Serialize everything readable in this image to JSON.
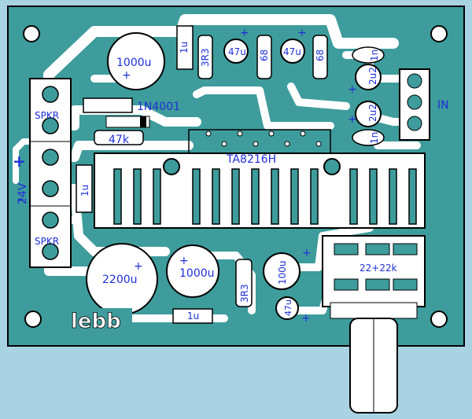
{
  "board": {
    "logo": "lebb",
    "colors": {
      "background": "#a9d3e3",
      "pcb": "#3e9c9c",
      "trace": "#ffffff",
      "outline": "#000000",
      "label": "#1f2fd6",
      "heatsink": "#ffffff"
    }
  },
  "labels": {
    "c_1000u_top": "1000u",
    "c_1u_top": "1u",
    "r_3r3_top": "3R3",
    "c_47u_a": "47u",
    "r_68_a": "68",
    "c_47u_b": "47u",
    "r_68_b": "68",
    "c_1n": "1n",
    "c_2u2_a": "2u2",
    "c_2u2_b": "2u2",
    "c_1n_b": "1n",
    "diode": "1N4001",
    "r_47k": "47k",
    "spkr_top": "SPKR",
    "spkr_bottom": "SPKR",
    "supply": "24V",
    "supply_plus": "+",
    "supply_minus": "-",
    "c_1u_left": "1u",
    "ic": "TA8216H",
    "input": "IN",
    "c_2200u": "2200u",
    "c_1000u_bottom": "1000u",
    "r_3r3_bottom": "3R3",
    "c_100u": "100u",
    "c_47u_c": "47u",
    "c_1u_bottom": "1u",
    "pot": "22+22k",
    "plus": "+"
  }
}
